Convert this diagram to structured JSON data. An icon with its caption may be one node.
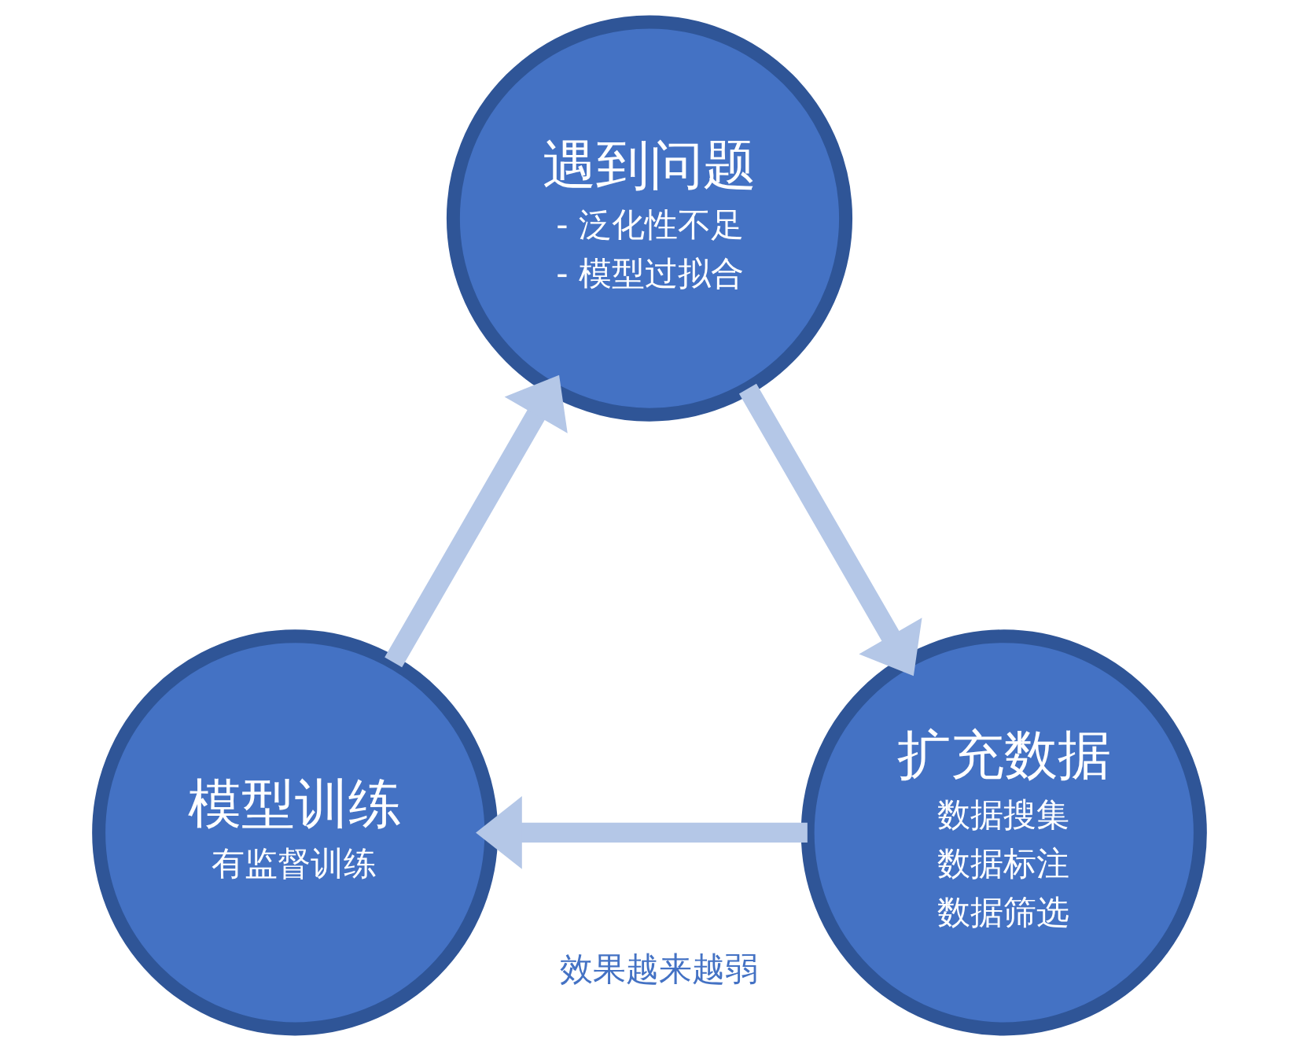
{
  "diagram": {
    "nodes": [
      {
        "text": [
          "遇到问题",
          "- 泛化性不足",
          "- 模型过拟合"
        ]
      },
      {
        "text": [
          "模型训练",
          "有监督训练"
        ]
      },
      {
        "text": [
          "扩充数据",
          "数据搜集",
          "数据标注",
          "数据筛选"
        ]
      }
    ],
    "edges": [
      {
        "from": 0,
        "to": 2,
        "arrow": "to"
      },
      {
        "from": 2,
        "to": 1,
        "arrow": "to",
        "label": "效果越来越弱"
      },
      {
        "from": 1,
        "to": 0,
        "arrow": "to"
      }
    ]
  }
}
